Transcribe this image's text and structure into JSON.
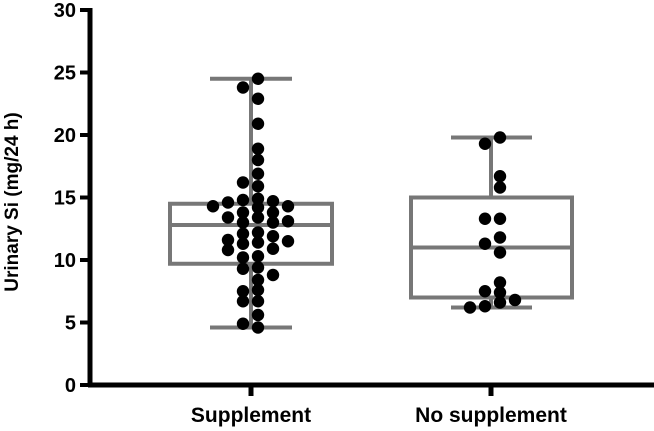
{
  "chart_data": {
    "type": "box",
    "title": "",
    "xlabel": "",
    "ylabel": "Urinary Si (mg/24 h)",
    "ylim": [
      0,
      30
    ],
    "yticks": [
      0,
      5,
      10,
      15,
      20,
      25,
      30
    ],
    "grid": false,
    "legend": null,
    "colors": {
      "box": "#777777",
      "points": "#000000",
      "axis": "#000000"
    },
    "categories": [
      "Supplement",
      "No supplement"
    ],
    "series": [
      {
        "name": "Supplement",
        "box": {
          "min": 4.6,
          "q1": 9.7,
          "median": 12.8,
          "q3": 14.5,
          "max": 24.5
        },
        "points": [
          24.5,
          23.8,
          22.9,
          20.9,
          18.9,
          18.0,
          16.9,
          16.2,
          15.9,
          14.9,
          14.8,
          14.7,
          14.6,
          14.3,
          14.3,
          14.2,
          13.8,
          13.8,
          13.4,
          13.4,
          13.1,
          13.0,
          13.0,
          12.2,
          12.1,
          11.9,
          11.6,
          11.5,
          11.4,
          11.3,
          10.9,
          10.8,
          10.3,
          10.2,
          9.4,
          9.3,
          8.8,
          8.4,
          7.6,
          7.5,
          6.7,
          6.7,
          5.6,
          4.9,
          4.6
        ]
      },
      {
        "name": "No supplement",
        "box": {
          "min": 6.2,
          "q1": 7.0,
          "median": 11.0,
          "q3": 15.0,
          "max": 19.8
        },
        "points": [
          19.8,
          19.3,
          16.7,
          15.8,
          13.3,
          13.3,
          11.8,
          11.3,
          10.6,
          8.2,
          7.5,
          7.4,
          6.8,
          6.6,
          6.3,
          6.2
        ]
      }
    ]
  },
  "axis": {
    "y_title": "Urinary Si (mg/24 h)",
    "y_ticks": [
      "0",
      "5",
      "10",
      "15",
      "20",
      "25",
      "30"
    ],
    "x_categories": [
      "Supplement",
      "No supplement"
    ]
  }
}
